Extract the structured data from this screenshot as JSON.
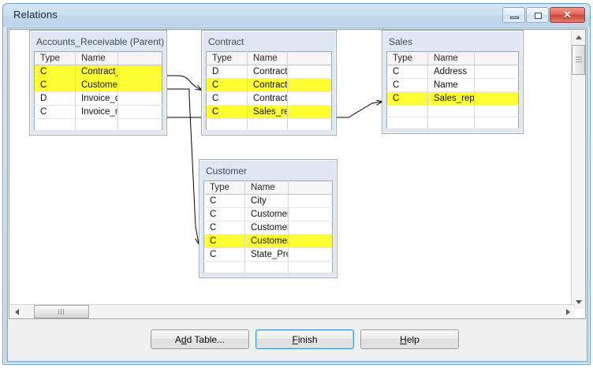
{
  "window": {
    "title": "Relations",
    "controls": [
      {
        "name": "minimize",
        "glyph": "minimize-icon"
      },
      {
        "name": "maximize",
        "glyph": "maximize-icon"
      },
      {
        "name": "close",
        "glyph": "close-icon",
        "label": "✕"
      }
    ]
  },
  "colors": {
    "highlight": "#ffff33",
    "card_bg": "#dfe8f2",
    "title_bar": "#c6dcee",
    "default_button_border": "#3f9ad6"
  },
  "diagram": {
    "columns": {
      "type": "Type",
      "name": "Name",
      "pad": ""
    },
    "tables": [
      {
        "id": "accounts-receivable",
        "title": "Accounts_Receivable (Parent)",
        "rows": [
          {
            "type": "C",
            "name": "Contract_number",
            "highlight": true
          },
          {
            "type": "C",
            "name": "Customer_number",
            "highlight": true
          },
          {
            "type": "D",
            "name": "Invoice_date",
            "highlight": false
          },
          {
            "type": "C",
            "name": "Invoice_number",
            "highlight": false
          }
        ],
        "empty_rows": 1
      },
      {
        "id": "contract",
        "title": "Contract",
        "rows": [
          {
            "type": "D",
            "name": "Contract_date",
            "highlight": false
          },
          {
            "type": "C",
            "name": "Contract_number",
            "highlight": true
          },
          {
            "type": "C",
            "name": "Contract_type",
            "highlight": false
          },
          {
            "type": "C",
            "name": "Sales_rep_number",
            "highlight": true
          }
        ],
        "empty_rows": 1
      },
      {
        "id": "sales",
        "title": "Sales",
        "rows": [
          {
            "type": "C",
            "name": "Address",
            "highlight": false
          },
          {
            "type": "C",
            "name": "Name",
            "highlight": false
          },
          {
            "type": "C",
            "name": "Sales_rep_number",
            "highlight": true
          }
        ],
        "empty_rows": 2
      },
      {
        "id": "customer",
        "title": "Customer",
        "rows": [
          {
            "type": "C",
            "name": "City",
            "highlight": false
          },
          {
            "type": "C",
            "name": "Customer_address",
            "highlight": false
          },
          {
            "type": "C",
            "name": "Customer_name",
            "highlight": false
          },
          {
            "type": "C",
            "name": "Customer_number",
            "highlight": true
          },
          {
            "type": "C",
            "name": "State_Province",
            "highlight": false
          }
        ],
        "empty_rows": 1
      }
    ],
    "relations": [
      {
        "from": "accounts-receivable.Contract_number",
        "to": "contract.Contract_number"
      },
      {
        "from": "accounts-receivable.Customer_number",
        "to": "customer.Customer_number"
      },
      {
        "from": "contract.Sales_rep_number",
        "to": "sales.Sales_rep_number"
      }
    ]
  },
  "buttons": {
    "add_table": {
      "pre": "A",
      "accel": "d",
      "post": "d Table..."
    },
    "finish": {
      "pre": "",
      "accel": "F",
      "post": "inish"
    },
    "help": {
      "pre": "",
      "accel": "H",
      "post": "elp"
    }
  },
  "button_labels": {
    "add_table": "Add Table...",
    "finish": "Finish",
    "help": "Help"
  }
}
